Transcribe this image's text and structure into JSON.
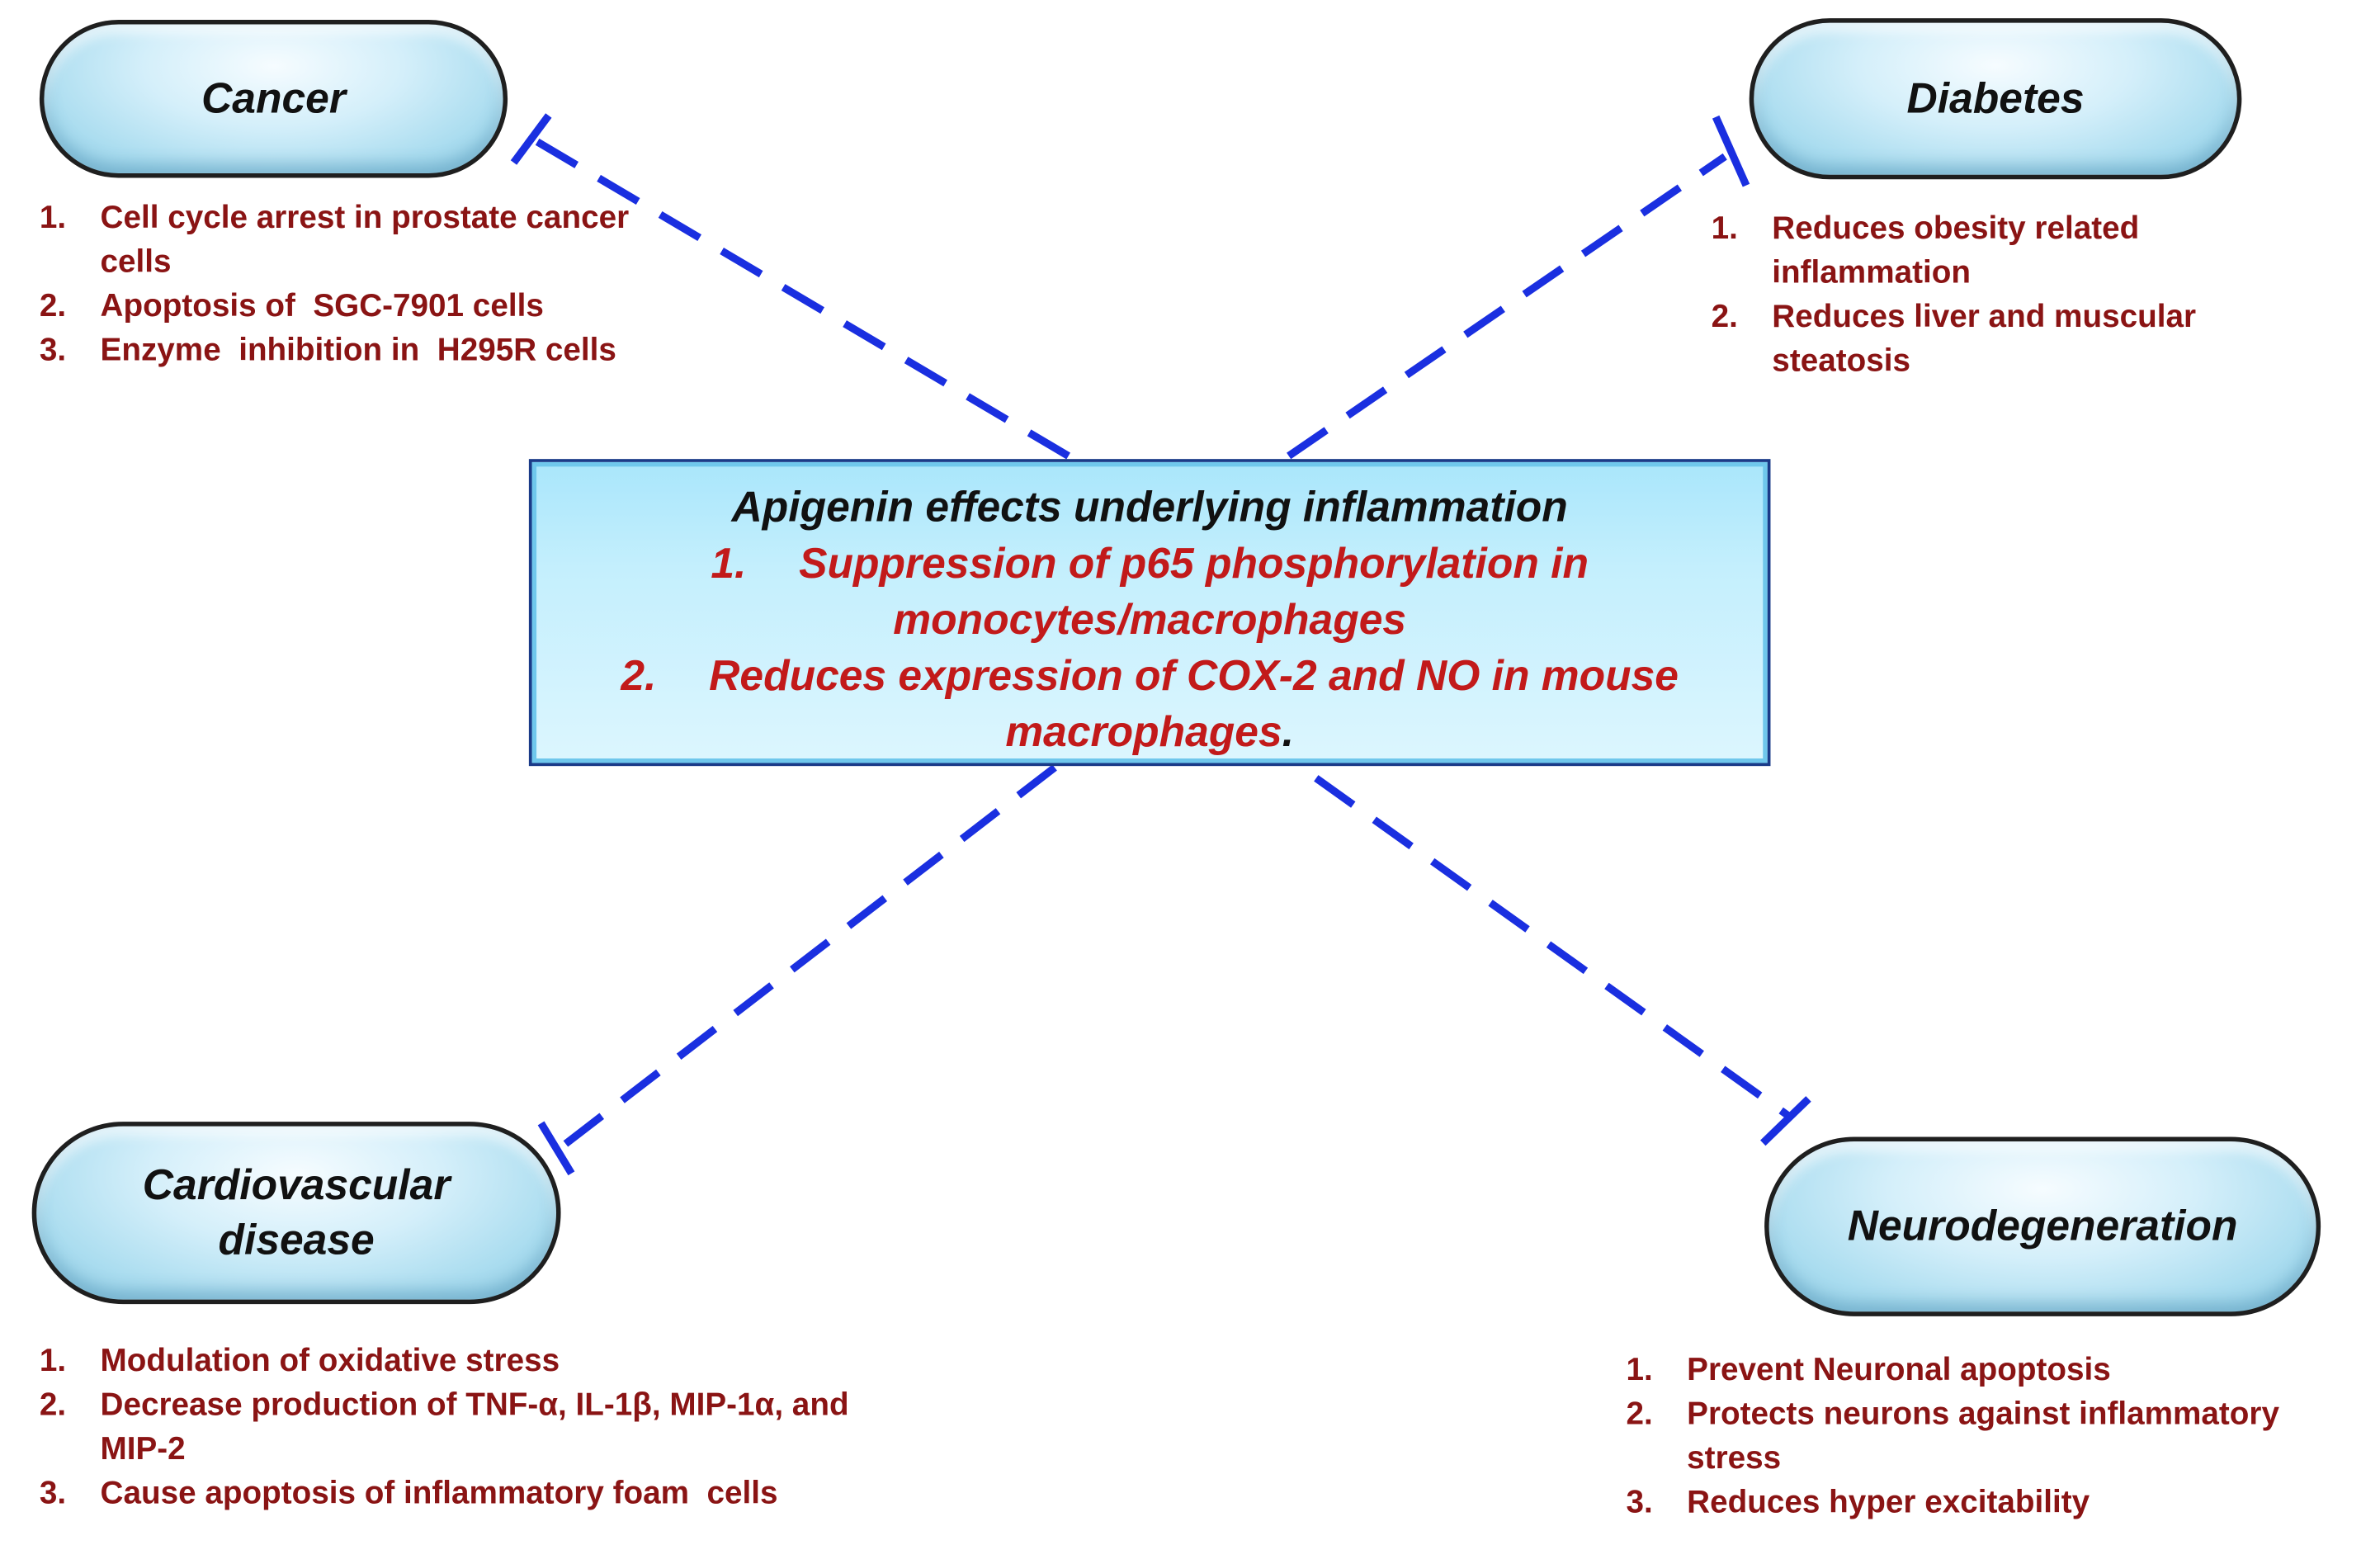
{
  "nodes": {
    "cancer": {
      "title": "Cancer",
      "items": [
        {
          "num": "1.",
          "text": "Cell cycle arrest in prostate cancer cells"
        },
        {
          "num": "2.",
          "text": "Apoptosis of  SGC-7901 cells"
        },
        {
          "num": "3.",
          "text": "Enzyme  inhibition in  H295R cells"
        }
      ]
    },
    "diabetes": {
      "title": "Diabetes",
      "items": [
        {
          "num": "1.",
          "text": "Reduces obesity related inflammation"
        },
        {
          "num": "2.",
          "text": "Reduces liver and muscular steatosis"
        }
      ]
    },
    "cardiovascular": {
      "title_line1": "Cardiovascular",
      "title_line2": "disease",
      "items": [
        {
          "num": "1.",
          "text": "Modulation of oxidative stress"
        },
        {
          "num": "2.",
          "text": "Decrease production of TNF-α, IL-1β, MIP-1α, and MIP-2"
        },
        {
          "num": "3.",
          "text": "Cause apoptosis of inflammatory foam  cells"
        }
      ]
    },
    "neurodegeneration": {
      "title": "Neurodegeneration",
      "items": [
        {
          "num": "1.",
          "text": "Prevent Neuronal apoptosis"
        },
        {
          "num": "2.",
          "text": "Protects neurons against inflammatory stress"
        },
        {
          "num": "3.",
          "text": "Reduces hyper excitability"
        }
      ]
    }
  },
  "center": {
    "title": "Apigenin effects underlying inflammation",
    "items": [
      {
        "num": "1.",
        "line1": "Suppression of p65 phosphorylation in",
        "line2": "monocytes/macrophages",
        "tail": ""
      },
      {
        "num": "2.",
        "line1": "Reduces expression of COX-2 and NO in mouse",
        "line2": "macrophages",
        "tail": "."
      }
    ]
  },
  "colors": {
    "connector": "#1a2fe0",
    "list_text": "#8a1414",
    "center_items": "#c21a1a",
    "pill_fill": "#bfe6f5",
    "center_fill": "#c4effd"
  },
  "edge_style": "dashed inhibition (blunt-end) arrows from center to each disease"
}
